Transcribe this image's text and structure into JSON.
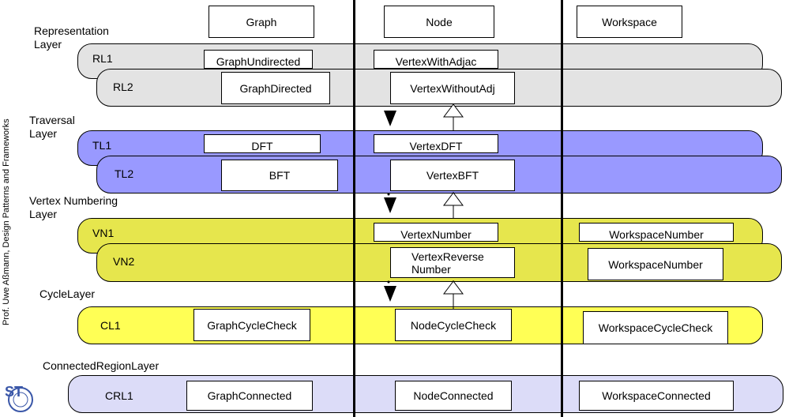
{
  "credit": "Prof. Uwe Aßmann, Design Patterns and Frameworks",
  "logo_text": "ST",
  "columns": {
    "graph": "Graph",
    "node": "Node",
    "workspace": "Workspace"
  },
  "layers": {
    "representation": "Representation\nLayer",
    "traversal": "Traversal\nLayer",
    "vertex_numbering": "Vertex Numbering\nLayer",
    "cycle": "CycleLayer",
    "connected": "ConnectedRegionLayer"
  },
  "bands": {
    "rl1": {
      "label": "RL1",
      "graph": "GraphUndirected",
      "node": "VertexWithAdjac"
    },
    "rl2": {
      "label": "RL2",
      "graph": "GraphDirected",
      "node": "VertexWithoutAdj"
    },
    "tl1": {
      "label": "TL1",
      "graph": "DFT",
      "node": "VertexDFT"
    },
    "tl2": {
      "label": "TL2",
      "graph": "BFT",
      "node": "VertexBFT"
    },
    "vn1": {
      "label": "VN1",
      "node": "VertexNumber",
      "workspace": "WorkspaceNumber"
    },
    "vn2": {
      "label": "VN2",
      "node_line1": "VertexReverse",
      "node_line2": "Number",
      "workspace": "WorkspaceNumber"
    },
    "cl1": {
      "label": "CL1",
      "graph": "GraphCycleCheck",
      "node": "NodeCycleCheck",
      "workspace": "WorkspaceCycleCheck"
    },
    "crl1": {
      "label": "CRL1",
      "graph": "GraphConnected",
      "node": "NodeConnected",
      "workspace": "WorkspaceConnected"
    }
  },
  "colors": {
    "representation": "#e3e3e3",
    "traversal": "#9999ff",
    "vertex_numbering": "#e6e64d",
    "cycle": "#ffff55",
    "connected": "#dcdcf8"
  }
}
